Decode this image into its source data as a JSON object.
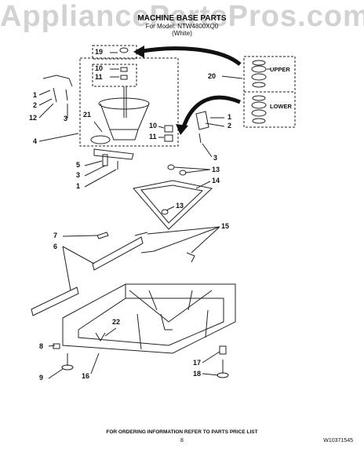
{
  "watermark": "AppliancePartsPros.com",
  "header": {
    "title": "MACHINE BASE PARTS",
    "model_line": "For Model: NTW4800XQ0",
    "color_line": "(White)"
  },
  "legend": {
    "upper": "UPPER",
    "lower": "LOWER"
  },
  "callouts": [
    {
      "text": "19"
    },
    {
      "text": "10"
    },
    {
      "text": "11"
    },
    {
      "text": "1"
    },
    {
      "text": "2"
    },
    {
      "text": "12"
    },
    {
      "text": "3"
    },
    {
      "text": "21"
    },
    {
      "text": "4"
    },
    {
      "text": "20"
    },
    {
      "text": "10"
    },
    {
      "text": "11"
    },
    {
      "text": "1"
    },
    {
      "text": "2"
    },
    {
      "text": "3"
    },
    {
      "text": "5"
    },
    {
      "text": "3"
    },
    {
      "text": "1"
    },
    {
      "text": "13"
    },
    {
      "text": "14"
    },
    {
      "text": "13"
    },
    {
      "text": "7"
    },
    {
      "text": "6"
    },
    {
      "text": "15"
    },
    {
      "text": "22"
    },
    {
      "text": "8"
    },
    {
      "text": "9"
    },
    {
      "text": "16"
    },
    {
      "text": "17"
    },
    {
      "text": "18"
    }
  ],
  "footer": {
    "order_info": "FOR ORDERING INFORMATION REFER TO PARTS PRICE LIST",
    "page": "8",
    "doc_number": "W10371545"
  }
}
